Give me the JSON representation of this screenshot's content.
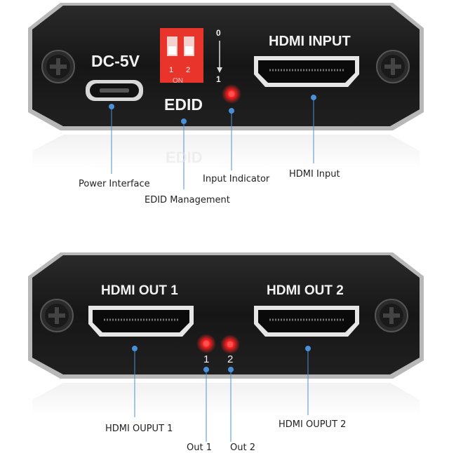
{
  "top_panel": {
    "power_label": "DC-5V",
    "hdmi_input_label": "HDMI INPUT",
    "edid_label": "EDID",
    "edid_reflection": "EDID",
    "dip_numbers": [
      "1",
      "2"
    ],
    "dip_on": "ON",
    "switch_scale_top": "0",
    "switch_scale_bottom": "1"
  },
  "top_callouts": {
    "power_interface": "Power Interface",
    "edid_management": "EDID Management",
    "input_indicator": "Input Indicator",
    "hdmi_input": "HDMI Input"
  },
  "bottom_panel": {
    "hdmi_out1_label": "HDMI OUT 1",
    "hdmi_out2_label": "HDMI OUT 2",
    "led1_number": "1",
    "led2_number": "2"
  },
  "bottom_callouts": {
    "hdmi_output_1": "HDMI OUPUT 1",
    "hdmi_output_2": "HDMI OUPUT 2",
    "out_1": "Out 1",
    "out_2": "Out 2"
  },
  "colors": {
    "plate": "#151515",
    "edge": "#8c8c8c",
    "callout_line": "#4a90d9",
    "led": "#ff2020",
    "dip_red": "#e8342a"
  }
}
